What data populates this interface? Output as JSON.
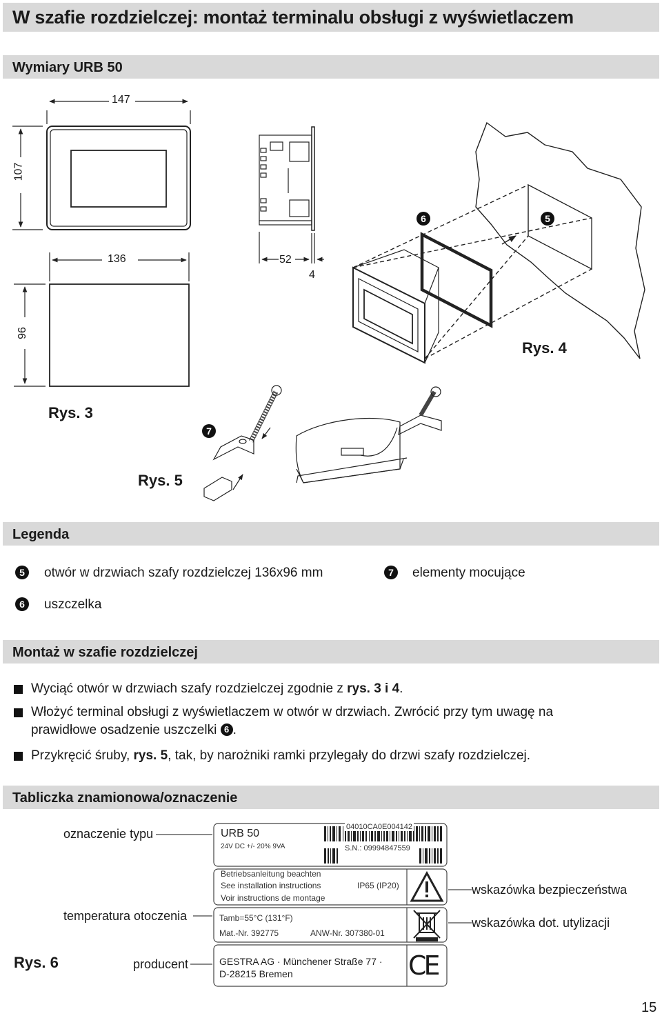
{
  "title": "W szafie rozdzielczej: montaż terminalu obsługi z wyświetlaczem",
  "dims_section": {
    "heading": "Wymiary URB 50",
    "dim_147": "147",
    "dim_107": "107",
    "dim_136": "136",
    "dim_96": "96",
    "dim_52": "52",
    "dim_4": "4",
    "fig3": "Rys. 3",
    "fig4": "Rys. 4",
    "fig5": "Rys. 5",
    "marker5": "5",
    "marker6": "6",
    "marker7": "7"
  },
  "legend": {
    "heading": "Legenda",
    "items": [
      {
        "num": "5",
        "text": "otwór w drzwiach szafy rozdzielczej 136x96 mm"
      },
      {
        "num": "7",
        "text": "elementy mocujące"
      },
      {
        "num": "6",
        "text": "uszczelka"
      }
    ]
  },
  "mounting": {
    "heading": "Montaż w szafie rozdzielczej",
    "b1_pre": "Wyciąć otwór w drzwiach szafy rozdzielczej zgodnie z ",
    "b1_bold": "rys. 3 i 4",
    "b1_post": ".",
    "b2_line1": "Włożyć terminal obsługi z wyświetlaczem w otwór w drzwiach. Zwrócić przy tym uwagę na",
    "b2_line2": "prawidłowe osadzenie uszczelki",
    "b2_num": "6",
    "b2_post": ".",
    "b3_pre": "Przykręcić śruby, ",
    "b3_bold": "rys. 5",
    "b3_post": ", tak, by narożniki ramki przylegały do drzwi szafy rozdzielczej."
  },
  "nameplate": {
    "heading": "Tabliczka znamionowa/oznaczenie",
    "callout_type": "oznaczenie typu",
    "callout_temp": "temperatura otoczenia",
    "callout_maker": "producent",
    "callout_safety": "wskazówka bezpieczeństwa",
    "callout_disposal": "wskazówka dot. utylizacji",
    "fig6": "Rys. 6",
    "plate": {
      "model": "URB 50",
      "power": "24V DC +/- 20%   9VA",
      "code": "04010CA0E004142",
      "serial": "S.N.: 09994847559",
      "instr1": "Betriebsanleitung beachten",
      "instr2": "See installation instructions",
      "instr3": "Voir instructions de montage",
      "ip": "IP65 (IP20)",
      "tamb": "Tamb=55°C (131°F)",
      "matnr": "Mat.-Nr. 392775",
      "anwnr": "ANW-Nr. 307380-01",
      "maker1": "GESTRA AG · Münchener Straße 77 ·",
      "maker2": "D-28215 Bremen",
      "ce": "CE"
    }
  },
  "page_number": "15"
}
